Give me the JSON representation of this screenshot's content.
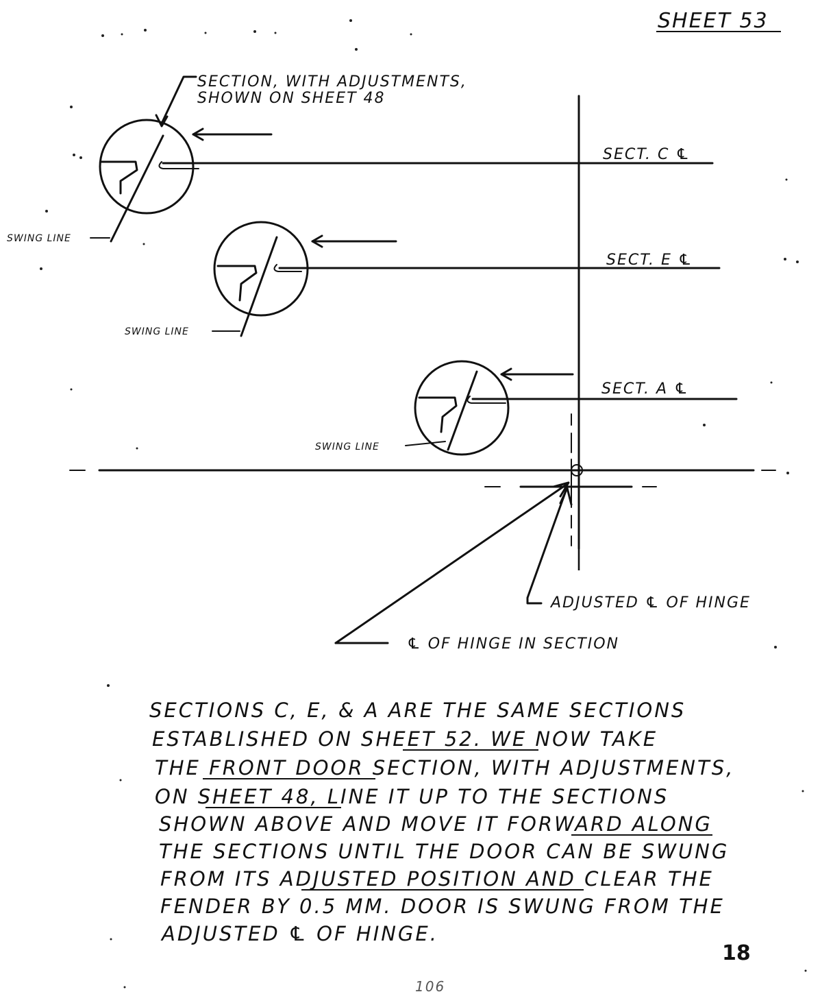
{
  "sheet_title": "SHEET 53",
  "callouts": {
    "section_note_line1": "SECTION, WITH ADJUSTMENTS,",
    "section_note_line2": "SHOWN ON SHEET 48",
    "adjusted_hinge": "ADJUSTED ℄ OF HINGE",
    "hinge_in_section": "℄ OF HINGE IN SECTION"
  },
  "section_labels": [
    {
      "id": "C",
      "text": "SECT. C ℄"
    },
    {
      "id": "E",
      "text": "SECT. E ℄"
    },
    {
      "id": "A",
      "text": "SECT. A ℄"
    }
  ],
  "swing_line_label": "SWING LINE",
  "swing_line_label_cut": "SWING LINE",
  "note_lines": [
    "SECTIONS C, E, & A ARE THE SAME SECTIONS",
    "ESTABLISHED ON SHEET 52. WE NOW TAKE",
    "THE FRONT DOOR SECTION, WITH ADJUSTMENTS,",
    "ON SHEET 48, LINE IT UP TO THE SECTIONS",
    "SHOWN ABOVE AND MOVE IT FORWARD ALONG",
    "THE SECTIONS UNTIL THE DOOR CAN BE SWUNG",
    "FROM ITS ADJUSTED POSITION AND CLEAR THE",
    "FENDER BY 0.5 MM. DOOR IS SWUNG FROM THE",
    "ADJUSTED ℄ OF HINGE."
  ],
  "page_number": "18",
  "bottom_mark": "106"
}
